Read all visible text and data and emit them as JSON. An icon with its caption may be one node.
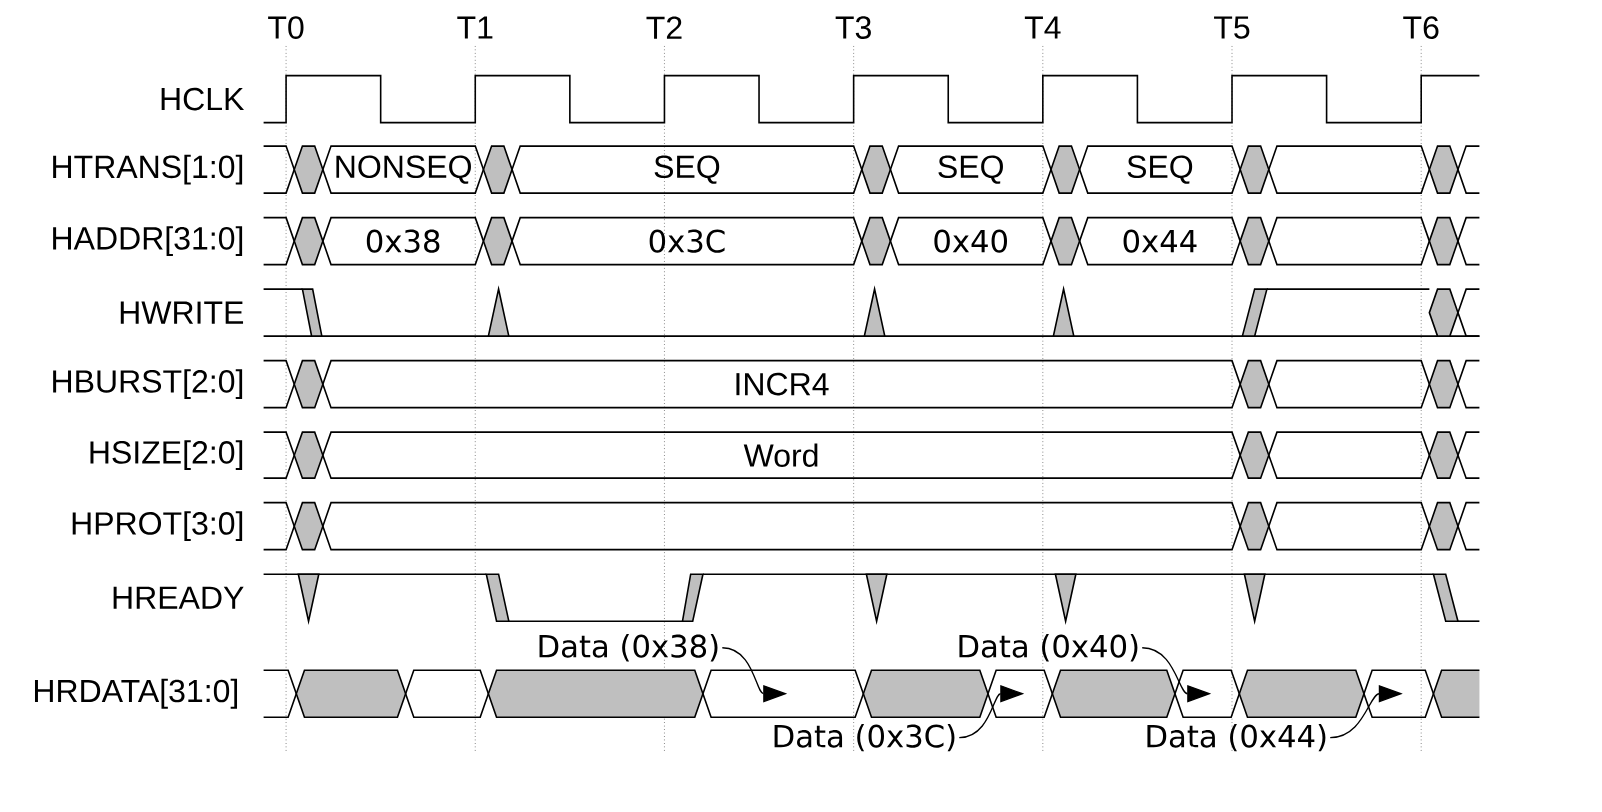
{
  "diagram": {
    "nodes": [
      {
        "text": [
          "NONSEQ"
        ]
      },
      {
        "text": [
          "SEQ"
        ]
      },
      {
        "text": [
          "SEQ"
        ]
      },
      {
        "text": [
          "SEQ"
        ]
      },
      {
        "text": [
          "0x38"
        ]
      },
      {
        "text": [
          "0x3C"
        ]
      },
      {
        "text": [
          "0x40"
        ]
      },
      {
        "text": [
          "0x44"
        ]
      },
      {
        "text": [
          "INCR4"
        ]
      },
      {
        "text": [
          "Word"
        ]
      },
      {
        "text": [
          "Data (0x38)"
        ]
      },
      {
        "text": [
          "Data (0x3C)"
        ]
      },
      {
        "text": [
          "Data (0x40)"
        ]
      },
      {
        "text": [
          "Data (0x44)"
        ]
      },
      {
        "text": [],
        "shape": "bar"
      },
      {
        "text": [],
        "shape": "bar"
      },
      {
        "text": [],
        "shape": "bar"
      },
      {
        "text": [],
        "shape": "bar"
      }
    ],
    "edges": [
      {
        "from": 10,
        "to": 14,
        "arrow": "to"
      },
      {
        "from": 11,
        "to": 15,
        "arrow": "to"
      },
      {
        "from": 12,
        "to": 16,
        "arrow": "to"
      },
      {
        "from": 13,
        "to": 17,
        "arrow": "to"
      }
    ],
    "labels": [
      "T0",
      "T1",
      "T2",
      "T3",
      "T4",
      "T5",
      "T6",
      "HCLK",
      "HTRANS[1:0]",
      "HADDR[31:0]",
      "HWRITE",
      "HBURST[2:0]",
      "HSIZE[2:0]",
      "HPROT[3:0]",
      "HREADY",
      "HRDATA[31:0]"
    ]
  }
}
